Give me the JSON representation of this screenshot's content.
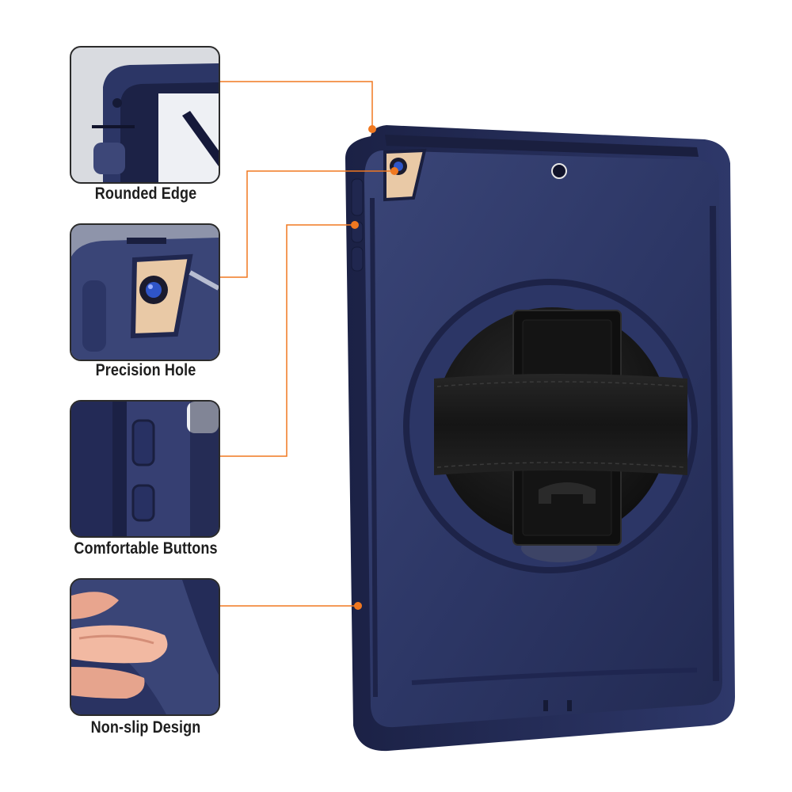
{
  "features": [
    {
      "label": "Rounded Edge"
    },
    {
      "label": "Precision Hole"
    },
    {
      "label": "Comfortable Buttons"
    },
    {
      "label": "Non-slip Design"
    }
  ],
  "colors": {
    "case_navy": "#2a3362",
    "accent_orange": "#f07820",
    "strap_black": "#141414",
    "frame_border": "#2b2b2b",
    "caption_text": "#1e1e1e"
  },
  "icons": {
    "camera": "camera-lens-icon",
    "callout_dot": "callout-dot-icon"
  }
}
